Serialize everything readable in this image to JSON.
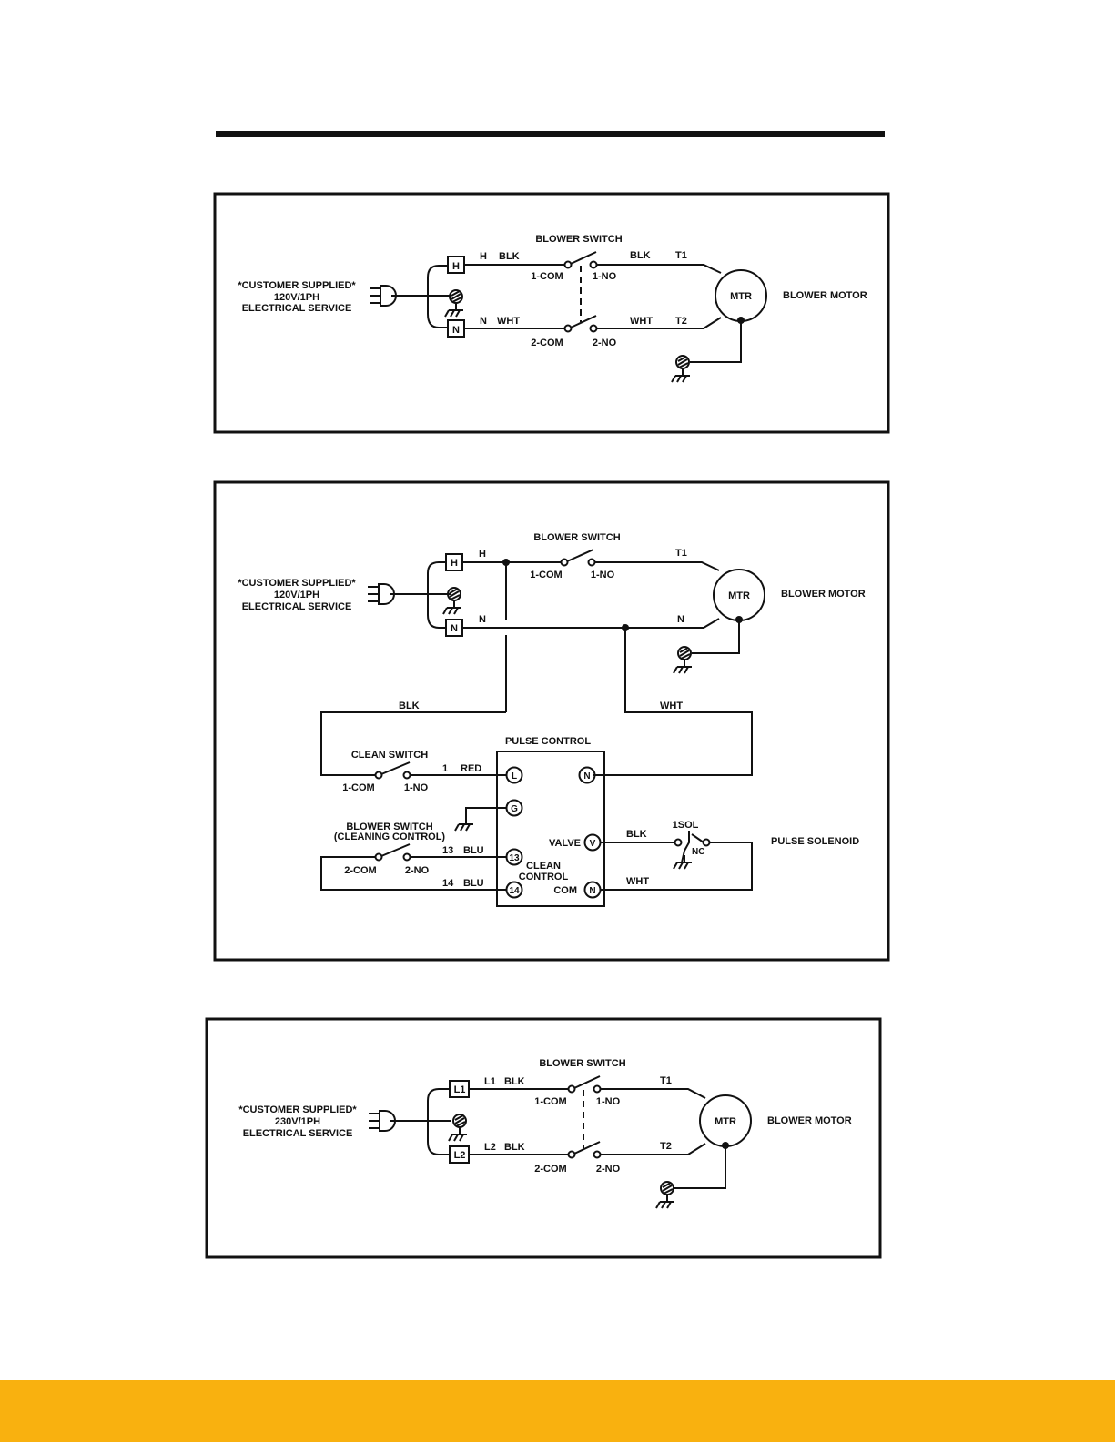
{
  "colors": {
    "ink": "#111111",
    "footer_bar": "#f9b10f"
  },
  "icons": [
    "plug-icon",
    "ground-symbol-icon",
    "ground-lug-icon",
    "motor-icon",
    "switch-contact-icon",
    "terminal-icon",
    "solenoid-icon"
  ],
  "diagram1": {
    "supply": [
      "*CUSTOMER SUPPLIED*",
      "120V/1PH",
      "ELECTRICAL SERVICE"
    ],
    "terminals": [
      "H",
      "N"
    ],
    "switch_title": "BLOWER SWITCH",
    "wires": {
      "line1": "H",
      "color1": "BLK",
      "line2": "N",
      "color2": "WHT",
      "out_color1": "BLK",
      "out_color2": "WHT",
      "t1": "T1",
      "t2": "T2"
    },
    "contacts": {
      "com1": "1-COM",
      "no1": "1-NO",
      "com2": "2-COM",
      "no2": "2-NO"
    },
    "motor": "MTR",
    "motor_label": "BLOWER MOTOR"
  },
  "diagram2": {
    "supply": [
      "*CUSTOMER SUPPLIED*",
      "120V/1PH",
      "ELECTRICAL SERVICE"
    ],
    "terminals": [
      "H",
      "N"
    ],
    "wires": {
      "line_h": "H",
      "line_n": "N",
      "t1": "T1",
      "motor_n": "N",
      "blk": "BLK",
      "wht": "WHT",
      "red_num": "1",
      "red": "RED",
      "blu13_num": "13",
      "blu13": "BLU",
      "blu14_num": "14",
      "blu14": "BLU",
      "valve_blk": "BLK",
      "com_wht": "WHT"
    },
    "blower_switch": {
      "title": "BLOWER SWITCH",
      "com": "1-COM",
      "no": "1-NO"
    },
    "motor": "MTR",
    "motor_label": "BLOWER MOTOR",
    "clean_switch": {
      "title": "CLEAN SWITCH",
      "com": "1-COM",
      "no": "1-NO"
    },
    "pulse_control": {
      "title": "PULSE CONTROL",
      "t_l": "L",
      "t_n": "N",
      "t_g": "G",
      "t_13": "13",
      "t_14": "14",
      "t_v": "V",
      "t_com": "N",
      "valve": "VALVE",
      "com": "COM",
      "clean_control": [
        "CLEAN",
        "CONTROL"
      ]
    },
    "cleaning_switch": {
      "title": [
        "BLOWER SWITCH",
        "(CLEANING CONTROL)"
      ],
      "com": "2-COM",
      "no": "2-NO"
    },
    "solenoid": {
      "id": "1SOL",
      "nc": "NC",
      "label": "PULSE SOLENOID"
    }
  },
  "diagram3": {
    "supply": [
      "*CUSTOMER SUPPLIED*",
      "230V/1PH",
      "ELECTRICAL SERVICE"
    ],
    "terminals": [
      "L1",
      "L2"
    ],
    "switch_title": "BLOWER SWITCH",
    "wires": {
      "line1": "L1",
      "color1": "BLK",
      "line2": "L2",
      "color2": "BLK",
      "t1": "T1",
      "t2": "T2"
    },
    "contacts": {
      "com1": "1-COM",
      "no1": "1-NO",
      "com2": "2-COM",
      "no2": "2-NO"
    },
    "motor": "MTR",
    "motor_label": "BLOWER MOTOR"
  }
}
